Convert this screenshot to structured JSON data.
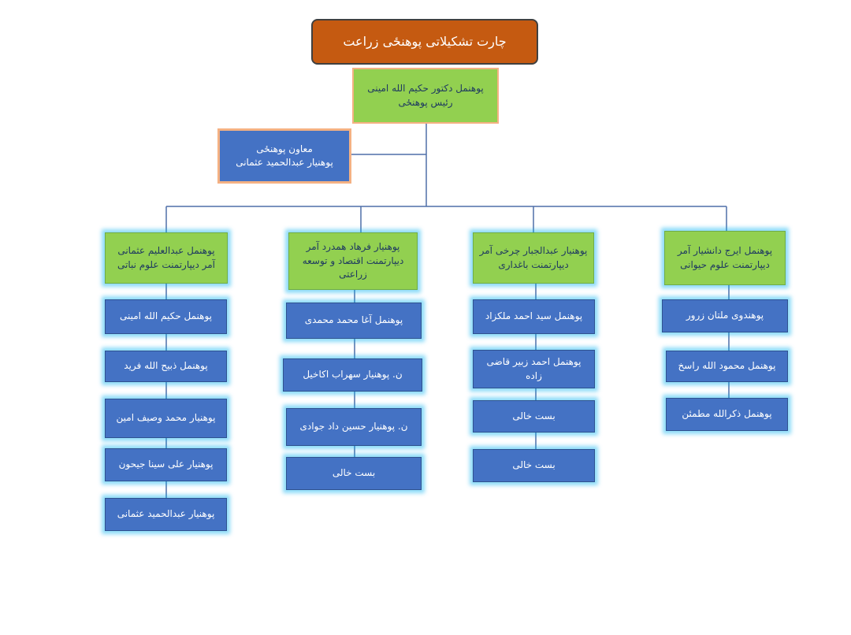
{
  "title": "چارت تشکیلاتی پوهنځی زراعت",
  "dean": {
    "name": "پوهنمل دکتور حکیم الله امینی",
    "role": "رئیس پوهنځی"
  },
  "deputy": {
    "role": "معاون پوهنځی",
    "name": "پوهنیار عبدالحمید عثمانی"
  },
  "departments": [
    {
      "head": "پوهنمل عبدالعلیم عثمانی آمر دیپارتمنت علوم نباتی",
      "members": [
        "پوهنمل حکیم الله امینی",
        "پوهنمل ذبیح الله فرید",
        "پوهنیار محمد وصیف امین",
        "پوهنیار علی سینا جیحون",
        "پوهنیار عبدالحمید عثمانی"
      ]
    },
    {
      "head": "پوهنیار فرهاد همدرد آمر دیپارتمنت اقتصاد و توسعه زراعتی",
      "members": [
        "پوهنمل آغا محمد محمدی",
        "ن. پوهنیار سهراب اکاخیل",
        "ن. پوهنیار حسین داد جوادی",
        "بست خالی"
      ]
    },
    {
      "head": "پوهنیار عبدالجبار چرخی آمر دیپارتمنت باغداری",
      "members": [
        "پوهنمل سید احمد ملکزاد",
        "پوهنمل احمد زبیر قاضی زاده",
        "بست خالی",
        "بست خالی"
      ]
    },
    {
      "head": "پوهنمل ایرج دانشیار آمر دیپارتمنت علوم حیوانی",
      "members": [
        "پوهندوی ملتان زرور",
        "پوهنمل محمود الله راسخ",
        "پوهنمل ذکرالله مطمئن"
      ]
    }
  ]
}
